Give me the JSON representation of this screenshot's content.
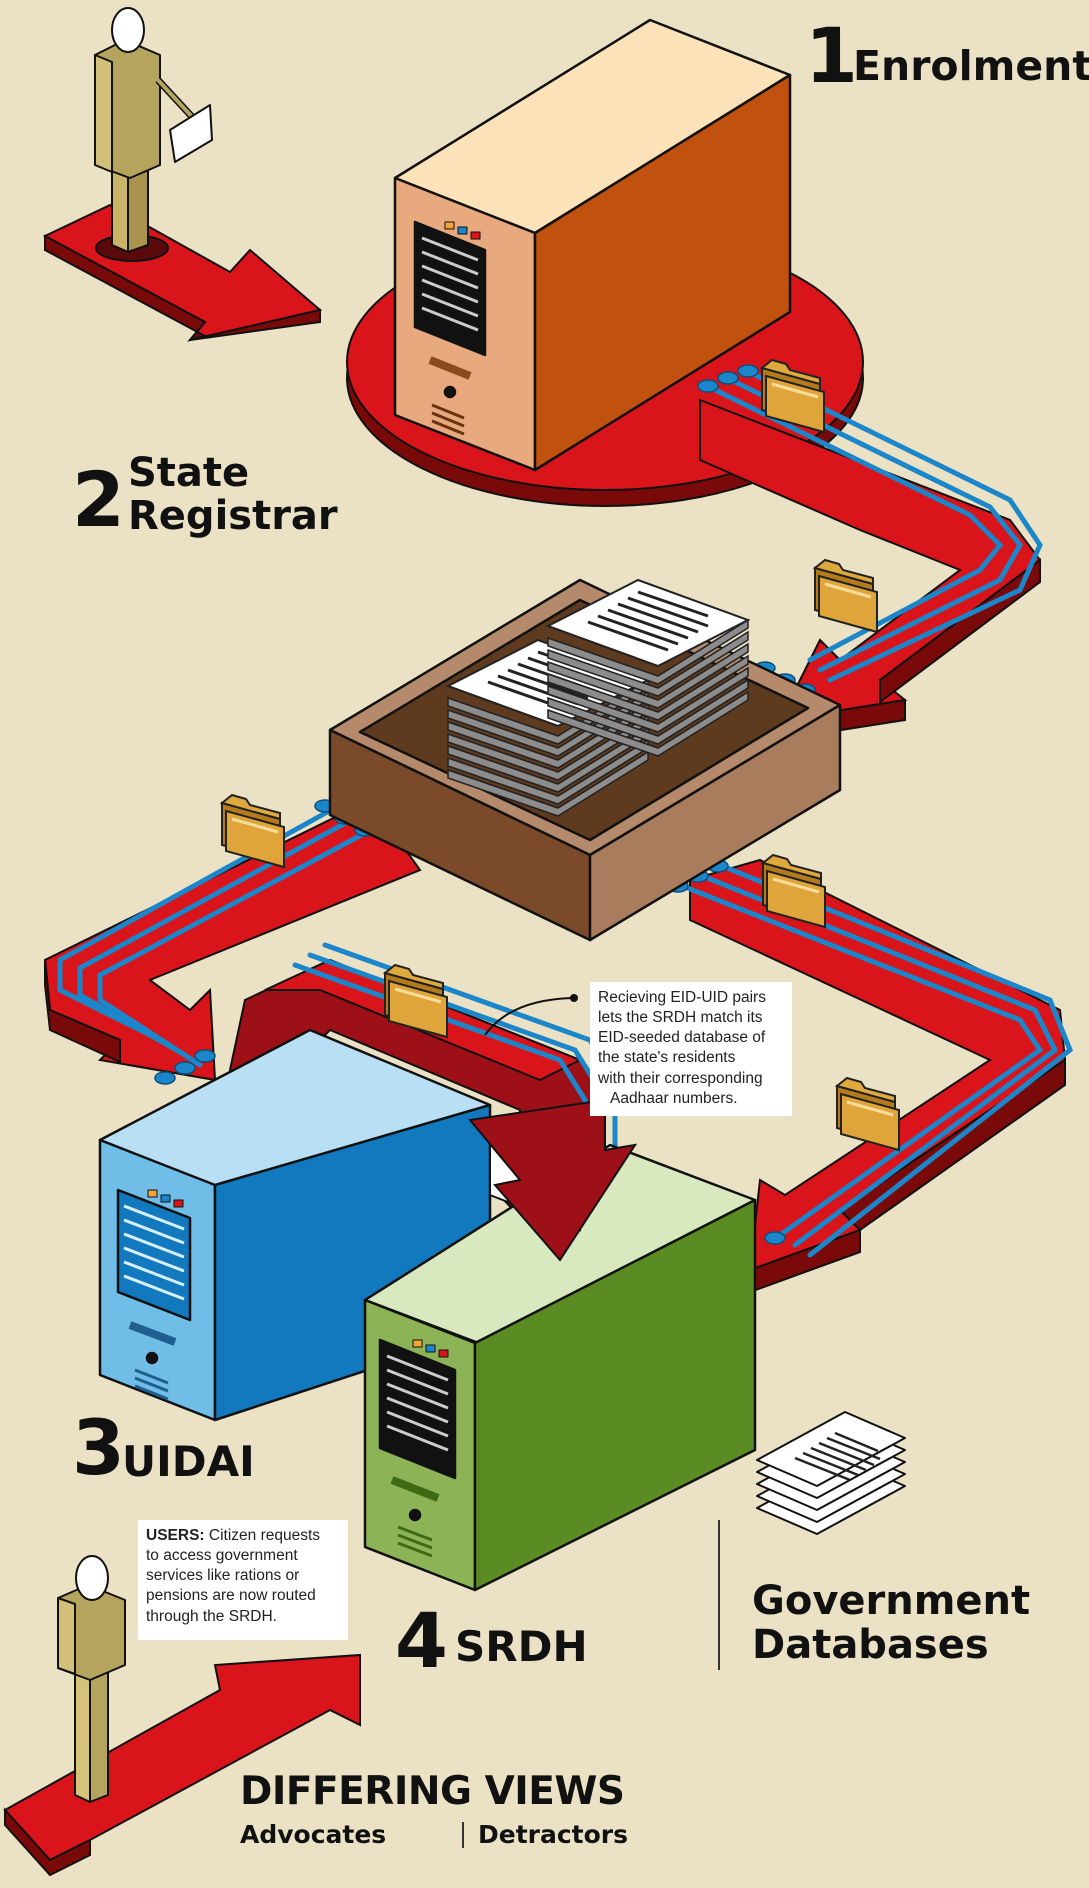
{
  "steps": [
    {
      "number": "1",
      "label": "Enrolment"
    },
    {
      "number": "2",
      "label_line1": "State",
      "label_line2": "Registrar"
    },
    {
      "number": "3",
      "label": "UIDAI"
    },
    {
      "number": "4",
      "label": "SRDH"
    }
  ],
  "srdh_note": {
    "line1": "Recieving EID-UID pairs",
    "line2": "lets the SRDH match its",
    "line3": "EID-seeded database of",
    "line4": "the state's residents",
    "line5": "with their corresponding",
    "line6": "Aadhaar numbers."
  },
  "users_note": {
    "lead": "USERS:",
    "line1": "Citizen requests",
    "line2": "to access government",
    "line3": "services like rations or",
    "line4": "pensions are now routed",
    "line5": "through the SRDH."
  },
  "gov_db": {
    "line1": "Government",
    "line2": "Databases"
  },
  "differing_views": {
    "title": "DIFFERING VIEWS",
    "advocates": "Advocates",
    "detractors": "Detractors"
  },
  "colors": {
    "background": "#ebe2c6",
    "arrow_red": "#d9141b",
    "arrow_dark": "#7a0a0a",
    "data_line": "#1b86c9",
    "server_orange": "#c0510e",
    "server_blue": "#1279bf",
    "server_green": "#5a8c23",
    "folder": "#d99b2e",
    "tray": "#7a4a2a"
  }
}
